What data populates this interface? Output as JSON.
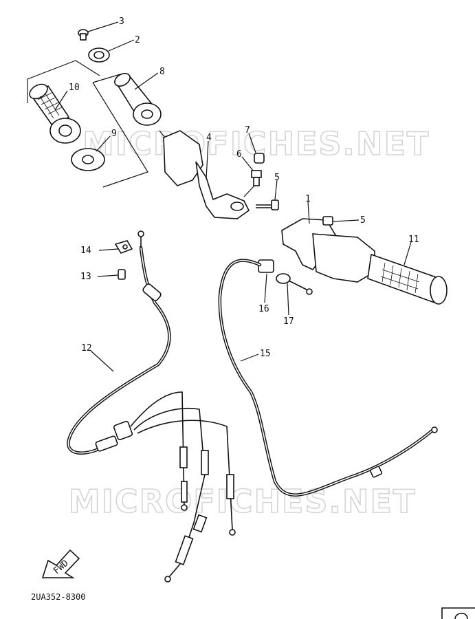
{
  "watermark": {
    "text": "MICROFICHES.NET"
  },
  "drawing_code": "2UA352-8300",
  "fwd_label": "FWD",
  "callouts": [
    {
      "id": "c1",
      "number": "1"
    },
    {
      "id": "c2",
      "number": "2"
    },
    {
      "id": "c3",
      "number": "3"
    },
    {
      "id": "c4",
      "number": "4"
    },
    {
      "id": "c5a",
      "number": "5"
    },
    {
      "id": "c5b",
      "number": "5"
    },
    {
      "id": "c6",
      "number": "6"
    },
    {
      "id": "c7",
      "number": "7"
    },
    {
      "id": "c8",
      "number": "8"
    },
    {
      "id": "c9",
      "number": "9"
    },
    {
      "id": "c10",
      "number": "10"
    },
    {
      "id": "c11",
      "number": "11"
    },
    {
      "id": "c12",
      "number": "12"
    },
    {
      "id": "c13",
      "number": "13"
    },
    {
      "id": "c14",
      "number": "14"
    },
    {
      "id": "c15",
      "number": "15"
    },
    {
      "id": "c16",
      "number": "16"
    },
    {
      "id": "c17",
      "number": "17"
    }
  ]
}
